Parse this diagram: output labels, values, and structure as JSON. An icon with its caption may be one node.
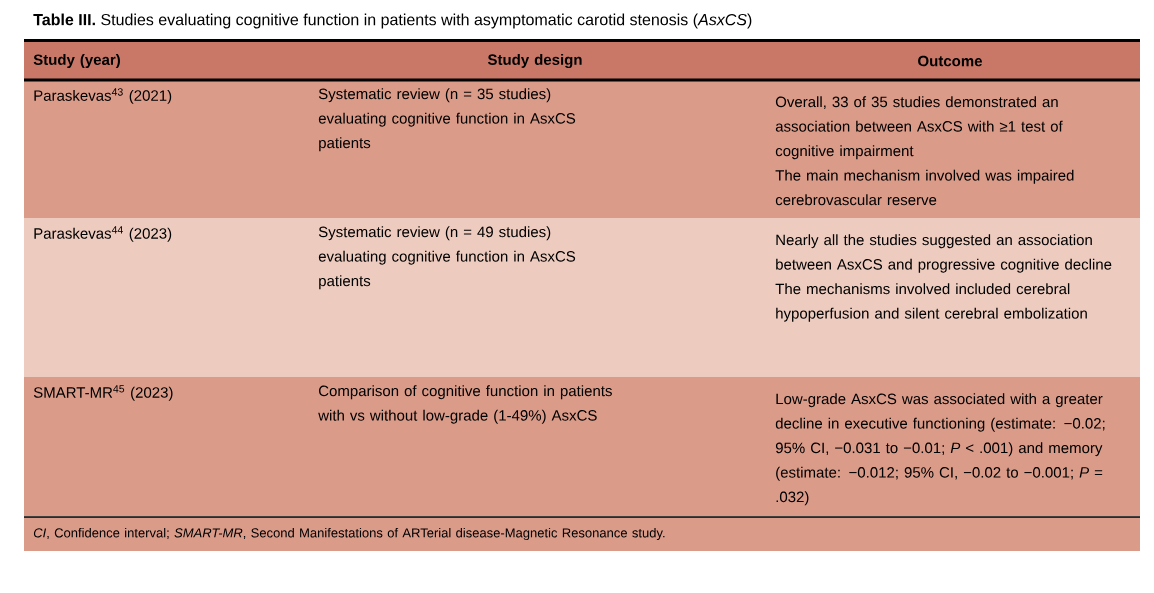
{
  "diagram": {
    "title": "**Table III.** Studies evaluating cognitive function in patients with asymptomatic carotid stenosis (*AsxCS*)",
    "caption": "*CI*, Confidence interval; *SMART-MR*, Second Manifestations of ARTerial disease-Magnetic Resonance study.",
    "labels": [
      "Study (year)",
      "Study design",
      "Outcome",
      "Paraskevas$^{43}$ (2021)",
      "Systematic review (n = 35 studies) evaluating cognitive function in AsxCS patients",
      "Overall, 33 of 35 studies demonstrated an association between AsxCS with ≥1 test of cognitive impairment",
      "The main mechanism involved was impaired cerebrovascular reserve",
      "Paraskevas$^{44}$ (2023)",
      "Systematic review (n = 49 studies) evaluating cognitive function in AsxCS patients",
      "Nearly all the studies suggested an association between AsxCS and progressive cognitive decline",
      "The mechanisms involved included cerebral hypoperfusion and silent cerebral embolization",
      "SMART-MR$^{45}$ (2023)",
      "Comparison of cognitive function in patients with vs without low-grade (1-49%) AsxCS",
      "Low-grade AsxCS was associated with a greater decline in executive functioning (estimate: −0.02; 95% CI, −0.031 to −0.01; *P* < .001) and memory (estimate: −0.012; 95% CI, −0.02 to −0.001; *P* = .032)"
    ]
  }
}
